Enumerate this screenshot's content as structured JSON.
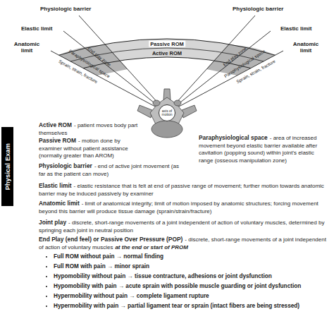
{
  "diagram": {
    "nodes": [
      {
        "text": [
          "axis of motion"
        ]
      },
      {
        "text": [
          "Physical Exam"
        ]
      }
    ],
    "labels": [
      "Physiologic barrier",
      "Physiologic barrier",
      "Elastic limit",
      "Elastic limit",
      "Anatomic limit",
      "Anatomic limit",
      "Passive ROM",
      "Active ROM",
      "End play zone",
      "Paraphysiological space",
      "Sprain, strain, fracture",
      "End play zone",
      "Paraphysiological space",
      "Sprain, strain, fracture",
      "Active ROM",
      "- patient moves body part themselves",
      "Passive ROM",
      "- motion done by examiner without patient assistance (normally greater than AROM)",
      "Paraphysiological space",
      "- area of increased movement beyond elastic barrier available after cavitation (popping sound) within joint's elastic range (osseous manipulation zone)",
      "Physiologic barrier",
      "- end of active joint movement (as far as the patient can move)",
      "Elastic limit",
      "- elastic resistance that is felt at end of passive range of movement; further motion towards anatomic barrier may be induced passively by examiner",
      "Anatomic limit",
      "- limit of anatomical integrity; limit of motion imposed by anatomic structures; forcing movement beyond this barrier will produce tissue damage (sprain/strain/fracture)",
      "Joint play",
      "- discrete, short-range movements of a joint independent of action of voluntary muscles, determined by springing each joint in neutral position",
      "End Play (end feel) or Passive Over Pressure (POP)",
      "- discrete, short-range movements of a joint independent of action of voluntary muscles",
      "at the end or start of PROM",
      "Full ROM without pain → normal finding",
      "Full ROM with pain → minor sprain",
      "Hypomobility without pain → tissue contracture, adhesions or joint dysfunction",
      "Hypomobility with pain → acute sprain with possible muscle guarding or joint dysfunction",
      "Hypermobility without pain → complete ligament rupture",
      "Hypermobility with pain → partial ligament tear or sprain (intact fibers are being stressed)"
    ]
  }
}
